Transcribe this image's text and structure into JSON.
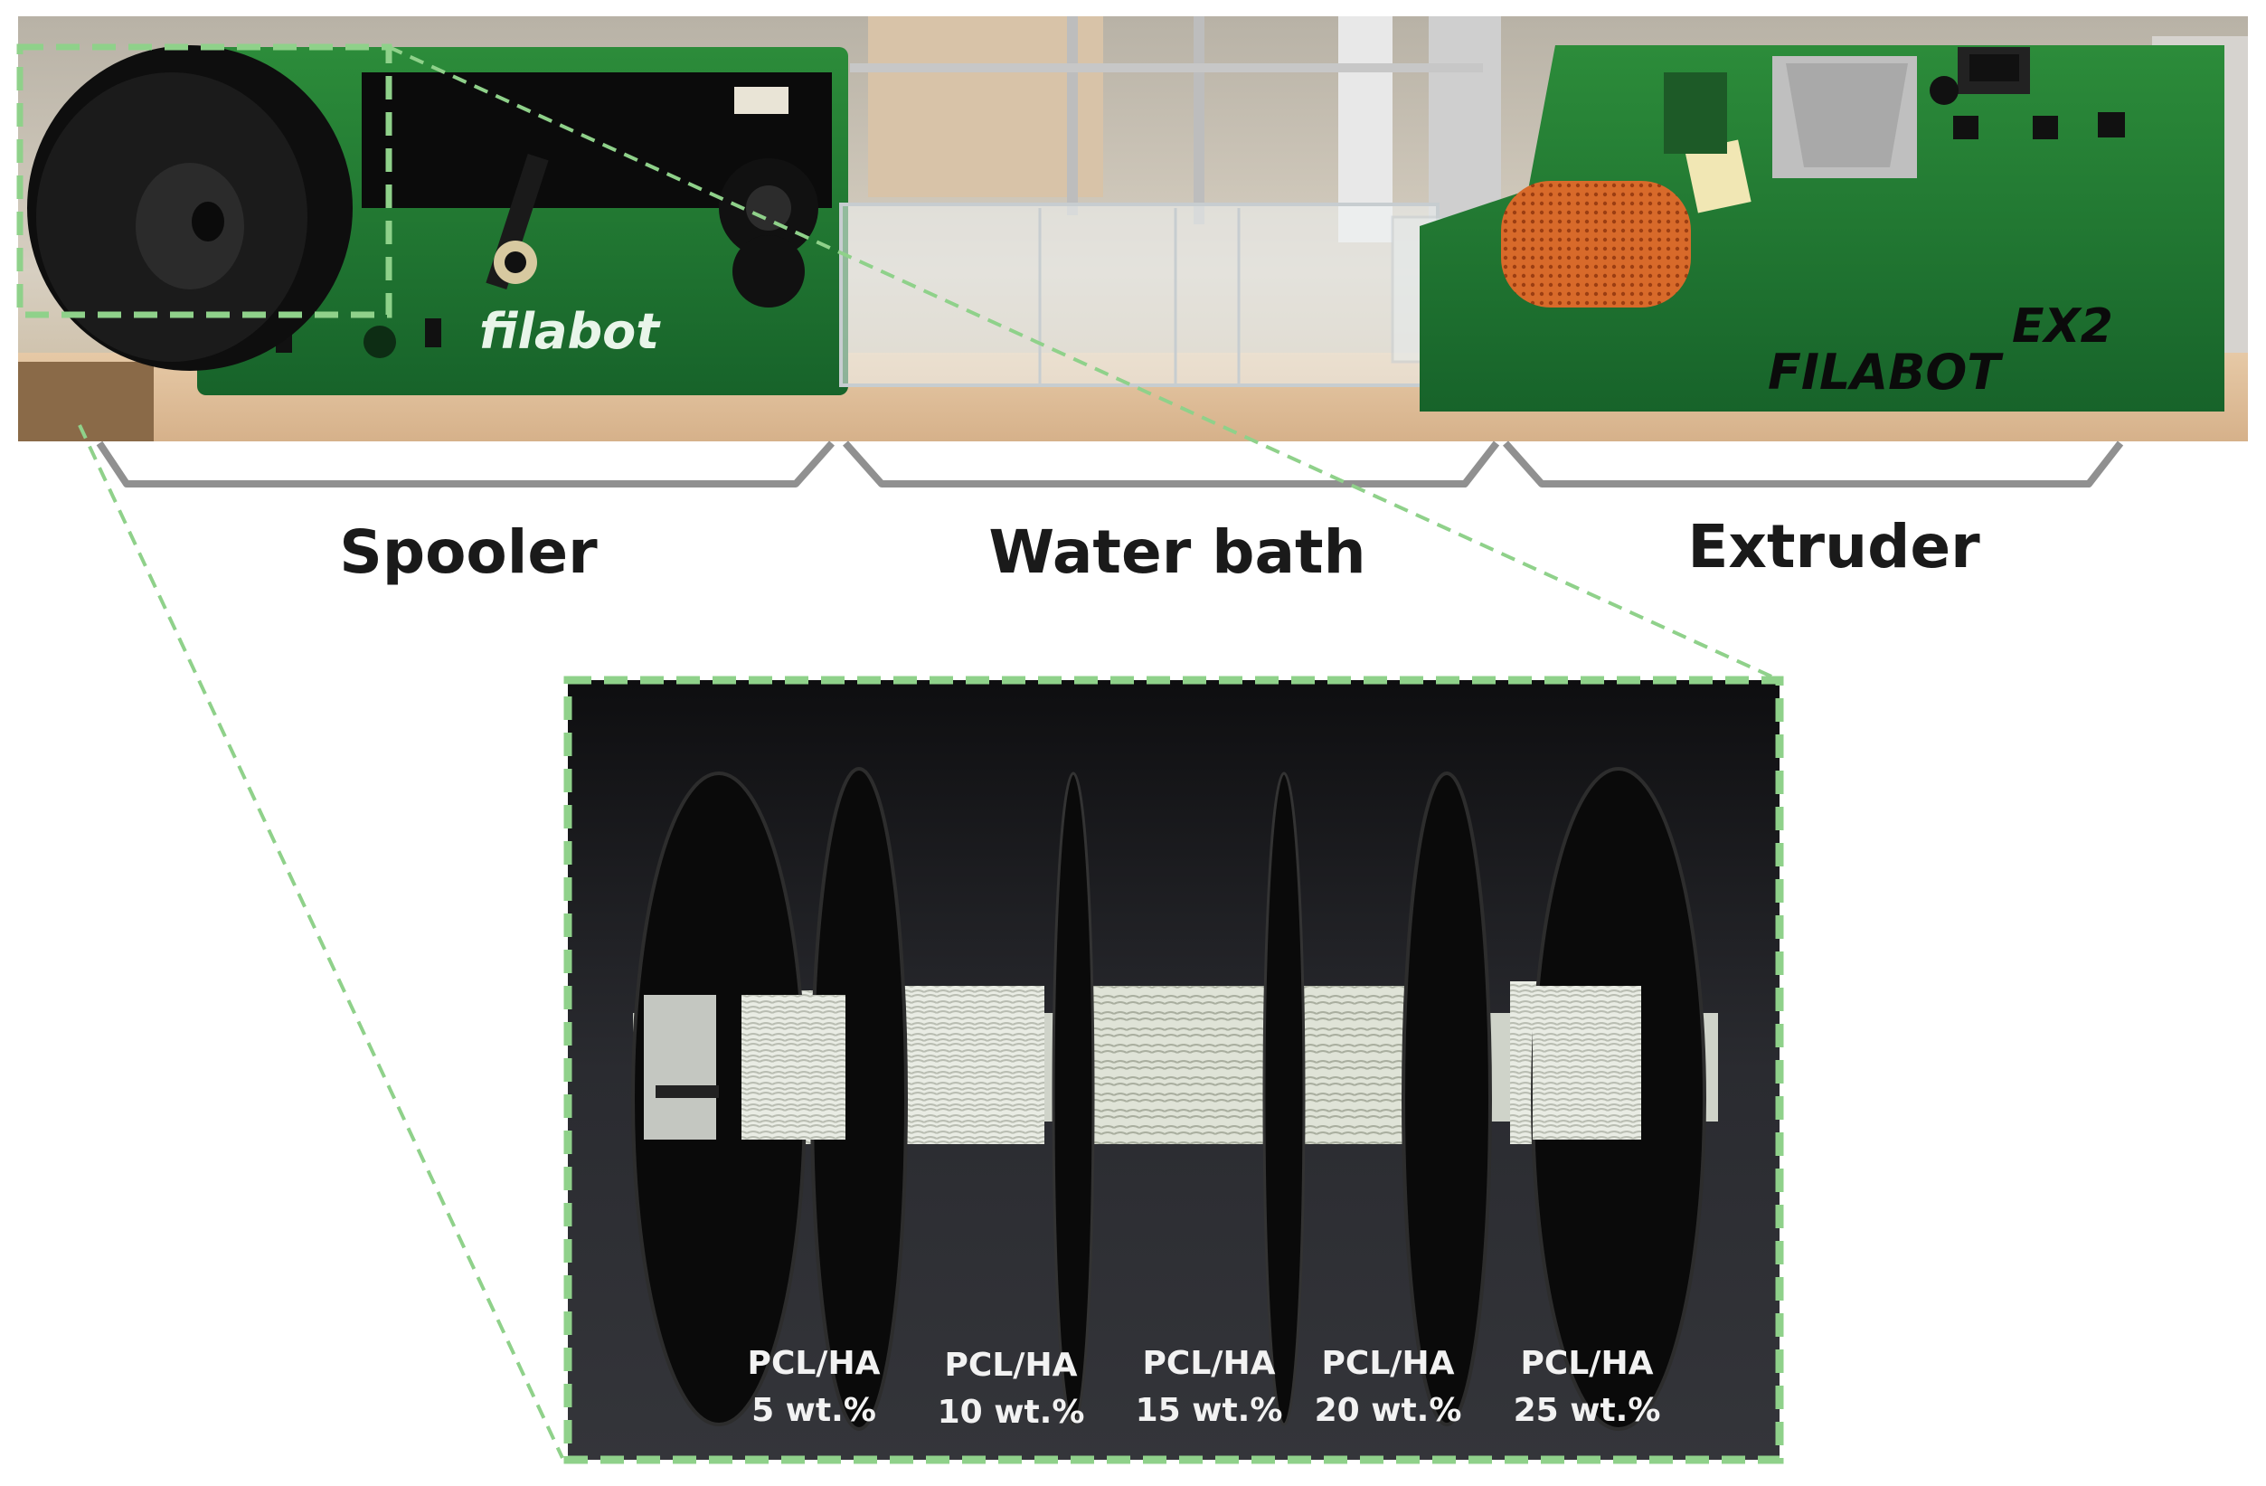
{
  "figure": {
    "sections": [
      {
        "label": "Spooler"
      },
      {
        "label": "Water bath"
      },
      {
        "label": "Extruder"
      }
    ],
    "spooler_brand": "filabot",
    "extruder_model": "EX2",
    "extruder_brand": "FILABOT",
    "spools": [
      {
        "line1": "PCL/HA",
        "line2": "5 wt.%"
      },
      {
        "line1": "PCL/HA",
        "line2": "10 wt.%"
      },
      {
        "line1": "PCL/HA",
        "line2": "15 wt.%"
      },
      {
        "line1": "PCL/HA",
        "line2": "20 wt.%"
      },
      {
        "line1": "PCL/HA",
        "line2": "25 wt.%"
      }
    ]
  },
  "colors": {
    "machine_green": "#1f7a2e",
    "dashed_highlight": "#8fd18a",
    "label_text": "#1a1a1a",
    "spool_text": "#f2f2f2"
  }
}
